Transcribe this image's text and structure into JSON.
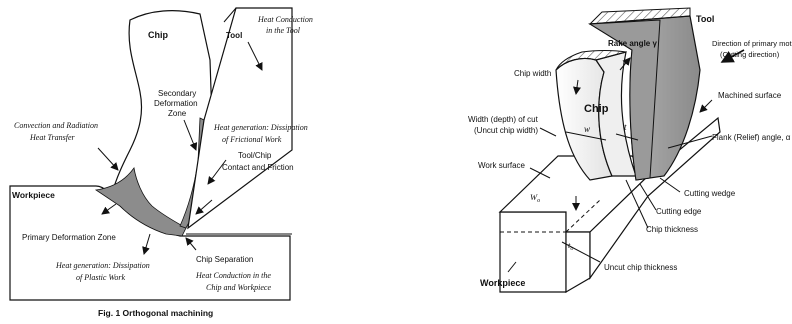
{
  "left_figure": {
    "caption": "Fig. 1 Orthogonal machining",
    "labels": {
      "chip": "Chip",
      "tool": "Tool",
      "heat_conduction_tool_1": "Heat Conduction",
      "heat_conduction_tool_2": "in the Tool",
      "secondary_zone_1": "Secondary",
      "secondary_zone_2": "Deformation",
      "secondary_zone_3": "Zone",
      "convection_1": "Convection and Radiation",
      "convection_2": "Heat Transfer",
      "heat_gen_friction_1": "Heat generation: Dissipation",
      "heat_gen_friction_2": "of Frictional Work",
      "tool_chip_1": "Tool/Chip",
      "tool_chip_2": "Contact and Friction",
      "workpiece": "Workpiece",
      "primary_zone": "Primary Deformation Zone",
      "chip_separation": "Chip Separation",
      "heat_gen_plastic_1": "Heat generation: Dissipation",
      "heat_gen_plastic_2": "of Plastic Work",
      "heat_conduction_chip_1": "Heat Conduction in the",
      "heat_conduction_chip_2": "Chip and Workpiece"
    }
  },
  "right_figure": {
    "labels": {
      "tool": "Tool",
      "rake_angle": "Rake angle γ",
      "direction_1": "Direction of primary motion",
      "direction_2": "(Cutting direction)",
      "chip_width": "Chip width",
      "chip": "Chip",
      "w": "w",
      "t": "t",
      "width_cut_1": "Width (depth) of cut",
      "width_cut_2": "(Uncut chip width)",
      "machined_surface": "Machined surface",
      "flank_angle": "Flank (Relief) angle, α",
      "work_surface": "Work surface",
      "wo": "W",
      "wo_sub": "o",
      "cutting_wedge": "Cutting wedge",
      "cutting_edge": "Cutting edge",
      "chip_thickness": "Chip thickness",
      "to": "t",
      "to_sub": "o",
      "uncut_chip_thickness": "Uncut chip thickness",
      "workpiece": "Workpiece"
    }
  }
}
